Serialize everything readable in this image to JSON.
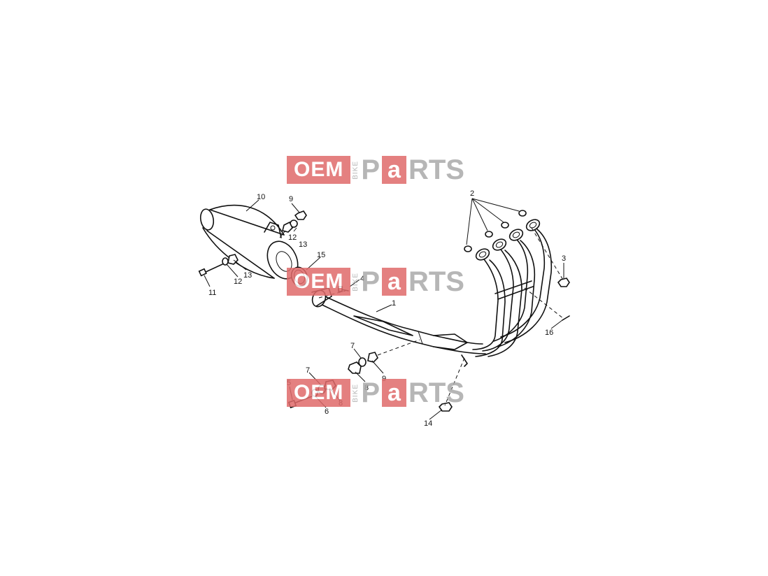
{
  "watermark": {
    "oem": "OEM",
    "bike": "BIKE",
    "p": "P",
    "a": "a",
    "rts": "RTS",
    "accent_color": "#e06a6a",
    "gray_color": "#aaaaaa"
  },
  "callouts": {
    "c1": "1",
    "c2": "2",
    "c3": "3",
    "c4": "4",
    "c5": "5",
    "c6": "6",
    "c7a": "7",
    "c7b": "7",
    "c8a": "8",
    "c8b": "8",
    "c9a": "9",
    "c9b": "9",
    "c10": "10",
    "c11": "11",
    "c12a": "12",
    "c12b": "12",
    "c13a": "13",
    "c13b": "13",
    "c14": "14",
    "c15": "15",
    "c16": "16"
  }
}
